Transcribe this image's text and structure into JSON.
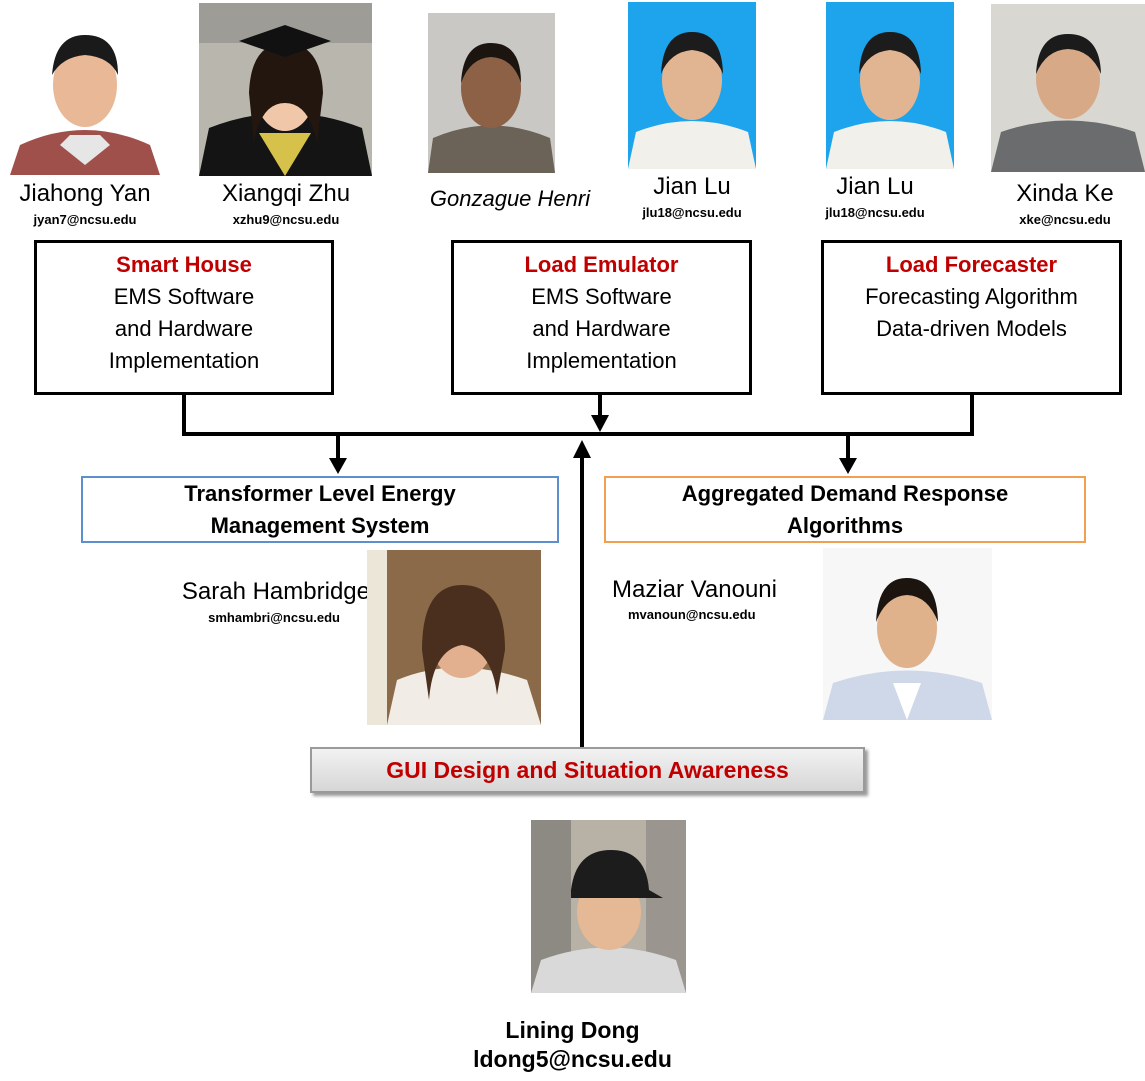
{
  "team_top": [
    {
      "name": "Jiahong Yan",
      "email": "jyan7@ncsu.edu"
    },
    {
      "name": "Xiangqi Zhu",
      "email": "xzhu9@ncsu.edu"
    },
    {
      "name": "Gonzague Henri",
      "email": ""
    },
    {
      "name": "Jian Lu",
      "email": "jlu18@ncsu.edu"
    },
    {
      "name": "Jian Lu",
      "email": "jlu18@ncsu.edu"
    },
    {
      "name": "Xinda Ke",
      "email": "xke@ncsu.edu"
    }
  ],
  "modules": {
    "smart_house": {
      "title": "Smart House",
      "lines": [
        "EMS Software",
        "and Hardware",
        "Implementation"
      ]
    },
    "load_emulator": {
      "title": "Load Emulator",
      "lines": [
        "EMS Software",
        "and Hardware",
        "Implementation"
      ]
    },
    "load_forecaster": {
      "title": "Load Forecaster",
      "lines": [
        "Forecasting Algorithm",
        "Data-driven Models"
      ]
    }
  },
  "systems": {
    "transformer": {
      "line1": "Transformer Level Energy",
      "line2": "Management System",
      "border_color": "#5b8fd0"
    },
    "aggregated": {
      "line1": "Aggregated Demand Response",
      "line2": "Algorithms",
      "border_color": "#f0a050"
    }
  },
  "middle_people": [
    {
      "name": "Sarah Hambridge",
      "email": "smhambri@ncsu.edu"
    },
    {
      "name": "Maziar Vanouni",
      "email": "mvanoun@ncsu.edu"
    }
  ],
  "gui": {
    "label": "GUI Design and Situation Awareness",
    "label_color": "#c00000"
  },
  "bottom_person": {
    "name": "Lining Dong",
    "email": "ldong5@ncsu.edu"
  },
  "colors": {
    "accent_red": "#c00000",
    "line": "#000000"
  }
}
